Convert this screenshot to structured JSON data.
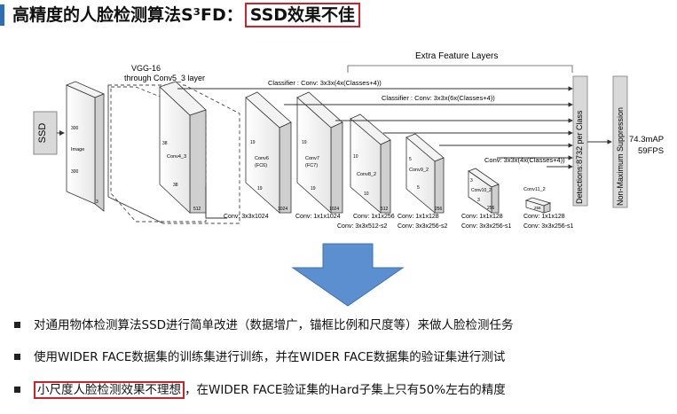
{
  "header": {
    "title": "高精度的人脸检测算法S³FD：",
    "highlight": "SSD效果不佳"
  },
  "diagram": {
    "ssd_label": "SSD",
    "vgg_label_1": "VGG-16",
    "vgg_label_2": "through Conv5_3 layer",
    "extra_layers": "Extra Feature Layers",
    "classifier_1": "Classifier : Conv: 3x3x(4x(Classes+4))",
    "classifier_2": "Classifier : Conv: 3x3x(6x(Classes+4))",
    "classifier_3": "Conv: 3x3x(4x(Classes+4))",
    "image": {
      "name": "Image",
      "h": "300",
      "w": "300",
      "c": "3"
    },
    "conv4": {
      "name": "Conv4_3",
      "h": "38",
      "w": "38",
      "c": "512"
    },
    "conv6": {
      "name": "Conv6",
      "sub": "(FC6)",
      "h": "19",
      "w": "19",
      "c": "1024"
    },
    "conv7": {
      "name": "Conv7",
      "sub": "(FC7)",
      "h": "19",
      "w": "19",
      "c": "1024"
    },
    "conv8": {
      "name": "Conv8_2",
      "h": "10",
      "w": "10",
      "c": "512"
    },
    "conv9": {
      "name": "Conv9_2",
      "h": "5",
      "w": "5",
      "c": "256"
    },
    "conv10": {
      "name": "Conv10_2",
      "h": "3",
      "w": "3",
      "c": "256"
    },
    "conv11": {
      "name": "Conv11_2",
      "c": "256"
    },
    "conv_labels": [
      {
        "l1": "Conv: 3x3x1024",
        "l2": ""
      },
      {
        "l1": "Conv: 1x1x1024",
        "l2": ""
      },
      {
        "l1": "Conv: 1x1x256",
        "l2": "Conv: 3x3x512-s2"
      },
      {
        "l1": "Conv: 1x1x128",
        "l2": "Conv: 3x3x256-s2"
      },
      {
        "l1": "Conv: 1x1x128",
        "l2": "Conv: 3x3x256-s1"
      },
      {
        "l1": "Conv: 1x1x128",
        "l2": "Conv: 3x3x256-s1"
      }
    ],
    "detections": "Detections:8732  per Class",
    "nms": "Non-Maximum Suppression",
    "map": "74.3mAP",
    "fps": "59FPS"
  },
  "bullets": [
    {
      "text": "对通用物体检测算法SSD进行简单改进（数据增广，锚框比例和尺度等）来做人脸检测任务",
      "highlight": ""
    },
    {
      "text": "使用WIDER FACE数据集的训练集进行训练，并在WIDER FACE数据集的验证集进行测试",
      "highlight": ""
    },
    {
      "highlight": "小尺度人脸检测效果不理想",
      "text": "，在WIDER FACE验证集的Hard子集上只有50%左右的精度"
    }
  ],
  "colors": {
    "accent": "#2f6db5",
    "highlight_border": "#d0202a",
    "arrow": "#5b8fd0"
  }
}
